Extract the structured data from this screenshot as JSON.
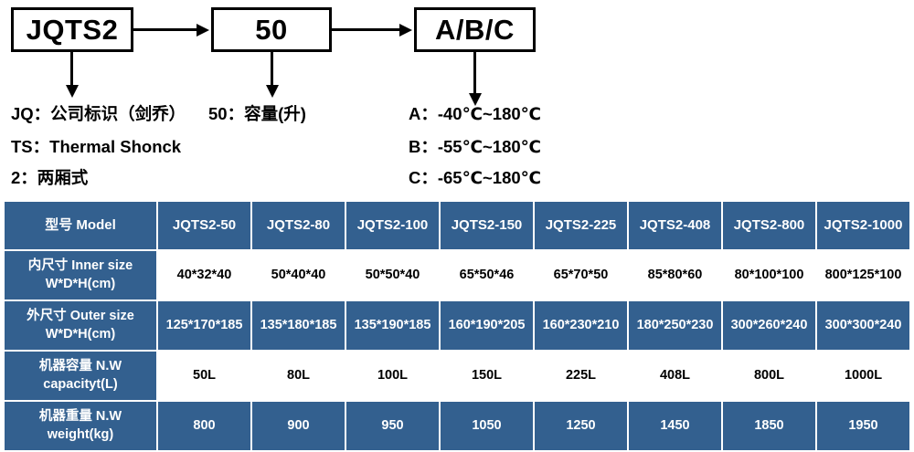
{
  "diagram": {
    "boxes": [
      {
        "id": "model-code",
        "label": "JQTS2"
      },
      {
        "id": "volume-code",
        "label": "50"
      },
      {
        "id": "temperature-code",
        "label": "A/B/C"
      }
    ],
    "legend_left": [
      "JQ：公司标识（剑乔）",
      "TS：Thermal Shonck",
      "2：两厢式"
    ],
    "legend_middle": [
      "50：容量(升)"
    ],
    "legend_right": [
      "A：-40℃~180℃",
      "B：-55℃~180℃",
      "C：-65℃~180℃"
    ]
  },
  "table": {
    "row_labels": [
      "型号 Model",
      "内尺寸 Inner size",
      "W*D*H(cm)",
      "外尺寸 Outer size",
      "W*D*H(cm)",
      "机器容量 N.W",
      "capacityt(L)",
      "机器重量 N.W",
      "weight(kg)"
    ],
    "models": [
      "JQTS2-50",
      "JQTS2-80",
      "JQTS2-100",
      "JQTS2-150",
      "JQTS2-225",
      "JQTS2-408",
      "JQTS2-800",
      "JQTS2-1000"
    ],
    "inner_size": [
      "40*32*40",
      "50*40*40",
      "50*50*40",
      "65*50*46",
      "65*70*50",
      "85*80*60",
      "80*100*100",
      "800*125*100"
    ],
    "outer_size": [
      "125*170*185",
      "135*180*185",
      "135*190*185",
      "160*190*205",
      "160*230*210",
      "180*250*230",
      "300*260*240",
      "300*300*240"
    ],
    "capacity": [
      "50L",
      "80L",
      "100L",
      "150L",
      "225L",
      "408L",
      "800L",
      "1000L"
    ],
    "weight": [
      "800",
      "900",
      "950",
      "1050",
      "1250",
      "1450",
      "1850",
      "1950"
    ]
  },
  "colors": {
    "table_blue": "#33608F",
    "table_white": "#FFFFFF",
    "line_black": "#000000"
  }
}
